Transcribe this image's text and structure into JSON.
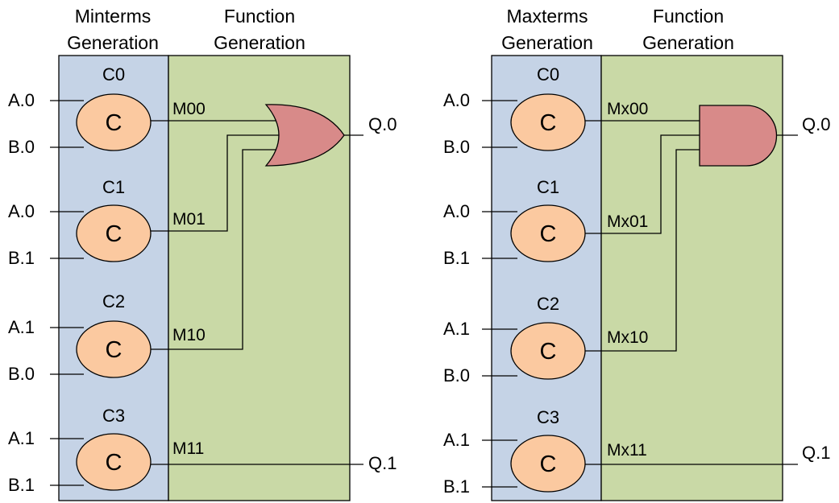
{
  "colors": {
    "generation_panel": "#c5d3e6",
    "function_panel": "#c9d9a6",
    "cell": "#fbc9a0",
    "gate": "#d88a89"
  },
  "left": {
    "headers": {
      "gen_line1": "Minterms",
      "gen_line2": "Generation",
      "func_line1": "Function",
      "func_line2": "Generation"
    },
    "cells": [
      {
        "name": "C0",
        "symbol": "C",
        "in1": "A.0",
        "in2": "B.0",
        "out": "M00"
      },
      {
        "name": "C1",
        "symbol": "C",
        "in1": "A.0",
        "in2": "B.1",
        "out": "M01"
      },
      {
        "name": "C2",
        "symbol": "C",
        "in1": "A.1",
        "in2": "B.0",
        "out": "M10"
      },
      {
        "name": "C3",
        "symbol": "C",
        "in1": "A.1",
        "in2": "B.1",
        "out": "M11"
      }
    ],
    "gate": "OR",
    "outputs": {
      "q0": "Q.0",
      "q1": "Q.1"
    }
  },
  "right": {
    "headers": {
      "gen_line1": "Maxterms",
      "gen_line2": "Generation",
      "func_line1": "Function",
      "func_line2": "Generation"
    },
    "cells": [
      {
        "name": "C0",
        "symbol": "C",
        "in1": "A.0",
        "in2": "B.0",
        "out": "Mx00"
      },
      {
        "name": "C1",
        "symbol": "C",
        "in1": "A.0",
        "in2": "B.1",
        "out": "Mx01"
      },
      {
        "name": "C2",
        "symbol": "C",
        "in1": "A.1",
        "in2": "B.0",
        "out": "Mx10"
      },
      {
        "name": "C3",
        "symbol": "C",
        "in1": "A.1",
        "in2": "B.1",
        "out": "Mx11"
      }
    ],
    "gate": "AND",
    "outputs": {
      "q0": "Q.0",
      "q1": "Q.1"
    }
  }
}
